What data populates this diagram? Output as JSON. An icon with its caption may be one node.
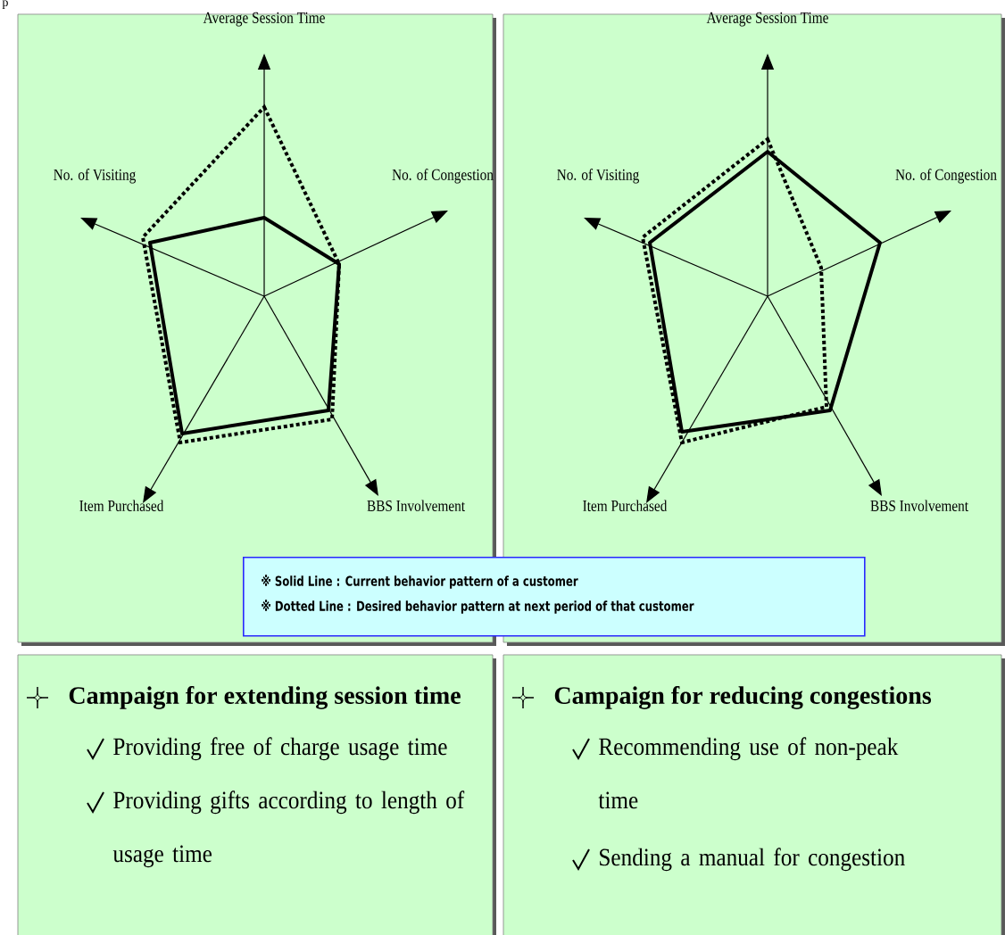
{
  "diagram": {
    "nodes": [
      {
        "text": [
          "Average Session Time",
          "No. of Visiting",
          "No. of Congestion",
          "BBS Involvement",
          "Item Purchased"
        ]
      },
      {
        "text": [
          "Average Session Time",
          "No. of Visiting",
          "No. of Congestion",
          "BBS Involvement",
          "Item Purchased"
        ]
      },
      {
        "text": [
          "※ Solid Line : Current behavior pattern of a customer",
          "※ Dotted Line : Desired behavior pattern at next period of that customer"
        ]
      },
      {
        "text": [
          "Campaign for extending session time",
          "Providing free of charge usage time",
          "Providing gifts according to length of usage time"
        ]
      },
      {
        "text": [
          "Campaign for reducing congestions",
          "Recommending use of non-peak time",
          "Sending a manual for congestion"
        ]
      }
    ],
    "labels": [
      "p"
    ]
  }
}
